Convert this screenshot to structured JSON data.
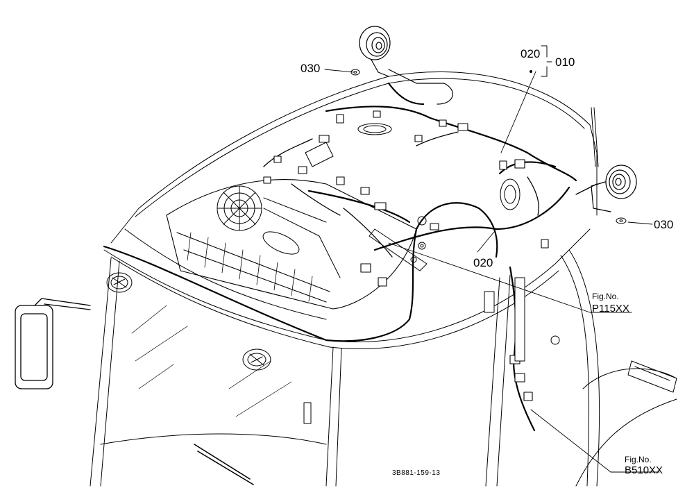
{
  "callouts": {
    "c010": "010",
    "c020_top": "020",
    "c020_mid": "020",
    "c030_left": "030",
    "c030_right": "030"
  },
  "references": {
    "fig_label_1": "Fig.No.",
    "fig_number_1": "P115XX",
    "fig_label_2": "Fig.No.",
    "fig_number_2": "B510XX"
  },
  "drawing_code": "3B881-159-13"
}
